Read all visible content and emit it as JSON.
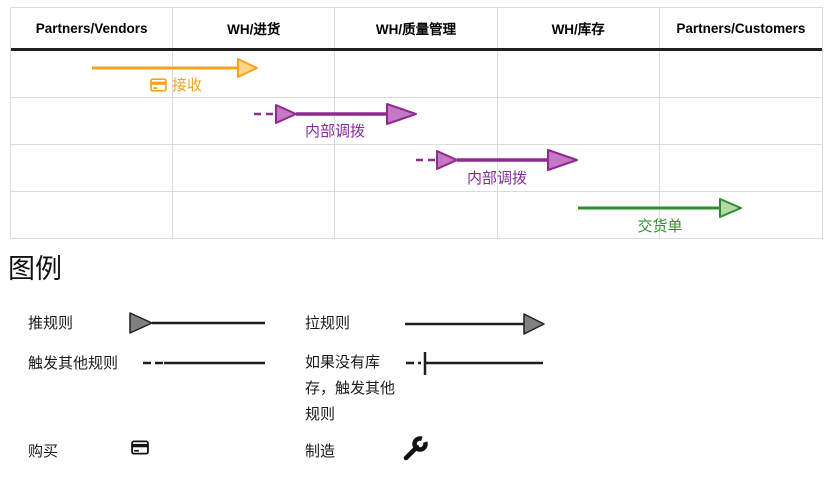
{
  "table": {
    "columns": [
      "Partners/Vendors",
      "WH/进货",
      "WH/质量管理",
      "WH/库存",
      "Partners/Customers"
    ],
    "arrows": [
      {
        "label": "接收",
        "row": 1,
        "from": "Partners/Vendors",
        "to": "WH/进货",
        "color": "#f5a31f",
        "dashed_start": false,
        "start_triangle": false,
        "icon": "buy-card-icon"
      },
      {
        "label": "内部调拨",
        "row": 2,
        "from": "WH/进货",
        "to": "WH/质量管理",
        "color": "#8e2a8e",
        "dashed_start": true,
        "start_triangle": true,
        "icon": null
      },
      {
        "label": "内部调拨",
        "row": 3,
        "from": "WH/质量管理",
        "to": "WH/库存",
        "color": "#8e2a8e",
        "dashed_start": true,
        "start_triangle": true,
        "icon": null
      },
      {
        "label": "交货单",
        "row": 4,
        "from": "WH/库存",
        "to": "Partners/Customers",
        "color": "#2d8c2d",
        "dashed_start": false,
        "start_triangle": false,
        "icon": null
      }
    ]
  },
  "legend": {
    "title": "图例",
    "items": [
      {
        "label": "推规则",
        "symbol": "push-rule-arrow"
      },
      {
        "label": "拉规则",
        "symbol": "pull-rule-arrow"
      },
      {
        "label": "触发其他规则",
        "symbol": "dashed-then-solid-line"
      },
      {
        "label": "如果没有库存，触发其他规则",
        "symbol": "dashed-tick-solid-line"
      },
      {
        "label": "购买",
        "symbol": "credit-card-icon"
      },
      {
        "label": "制造",
        "symbol": "wrench-icon"
      }
    ]
  },
  "colors": {
    "orange": "#f5a31f",
    "orange_fill": "#fcd488",
    "purple": "#8e2a8e",
    "purple_fill": "#c678c6",
    "green": "#2d8c2d",
    "green_fill": "#b5d9a5",
    "legend_line": "#1f1f1f",
    "legend_triangle_fill": "#808080",
    "table_border": "#dbdbdb",
    "header_underline": "#1f1f1f"
  }
}
